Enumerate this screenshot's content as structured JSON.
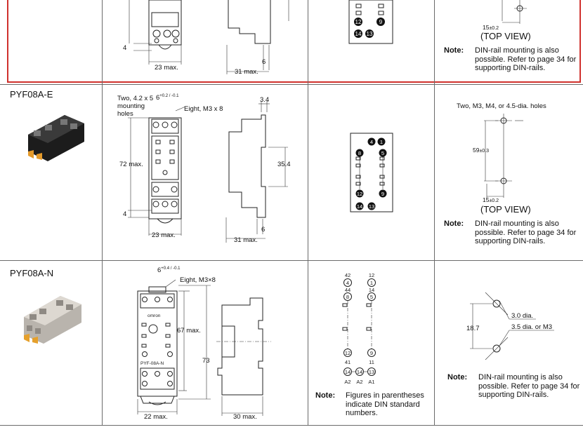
{
  "rows": [
    {
      "model": "",
      "dims": {
        "width": "23 max.",
        "depth": "31 max.",
        "four": "4",
        "six": "6"
      },
      "mount": {
        "spacing": "15",
        "tol": "±0.2",
        "view": "(TOP VIEW)"
      },
      "note": {
        "label": "Note:",
        "text": "DIN-rail mounting is also possible. Refer to page 34 for supporting DIN-rails."
      }
    },
    {
      "model": "PYF08A-E",
      "dims": {
        "holes_line1": "Two, 4.2 x 5",
        "holes_line2": "mounting",
        "holes_line3": "holes",
        "six": "6",
        "six_tol": "+0.2 / -0.1",
        "screws": "Eight, M3 x 8",
        "height": "72 max.",
        "four": "4",
        "width": "23 max.",
        "depth_top": "3.4",
        "side_h": "35.4",
        "depth_six": "6",
        "depth": "31 max."
      },
      "terminals": [
        "4",
        "1",
        "8",
        "5",
        "12",
        "9",
        "14",
        "13"
      ],
      "mount": {
        "holes": "Two, M3, M4, or 4.5-dia. holes",
        "pitch": "59",
        "pitch_tol": "±0.3",
        "spacing": "15",
        "tol": "±0.2",
        "view": "(TOP VIEW)"
      },
      "note": {
        "label": "Note:",
        "text": "DIN-rail mounting is also possible. Refer to page 34 for supporting DIN-rails."
      }
    },
    {
      "model": "PYF08A-N",
      "dims": {
        "six": "6",
        "six_tol": "+0.4 / -0.1",
        "screws": "Eight, M3×8",
        "brand": "omron",
        "part": "PYF-08A-N",
        "height": "67 max.",
        "overall": "73",
        "width": "22 max.",
        "depth": "30 max."
      },
      "terminals": {
        "din_top": [
          "42",
          "12"
        ],
        "top": [
          "4",
          "1"
        ],
        "din_mid": [
          "44",
          "14"
        ],
        "mid": [
          "8",
          "5"
        ],
        "low": [
          "12",
          "9"
        ],
        "din_low": [
          "41",
          "11"
        ],
        "coil": [
          "14",
          "14",
          "13"
        ],
        "coil_din": [
          "A2",
          "A2",
          "A1"
        ]
      },
      "terminals_note": {
        "label": "Note:",
        "text": "Figures in parentheses indicate DIN standard numbers."
      },
      "mount": {
        "dia_small": "3.0 dia.",
        "dia_large": "3.5 dia. or M3",
        "pitch": "18.7"
      },
      "note": {
        "label": "Note:",
        "text": "DIN-rail mounting is also possible. Refer to page 34 for supporting DIN-rails."
      }
    }
  ]
}
